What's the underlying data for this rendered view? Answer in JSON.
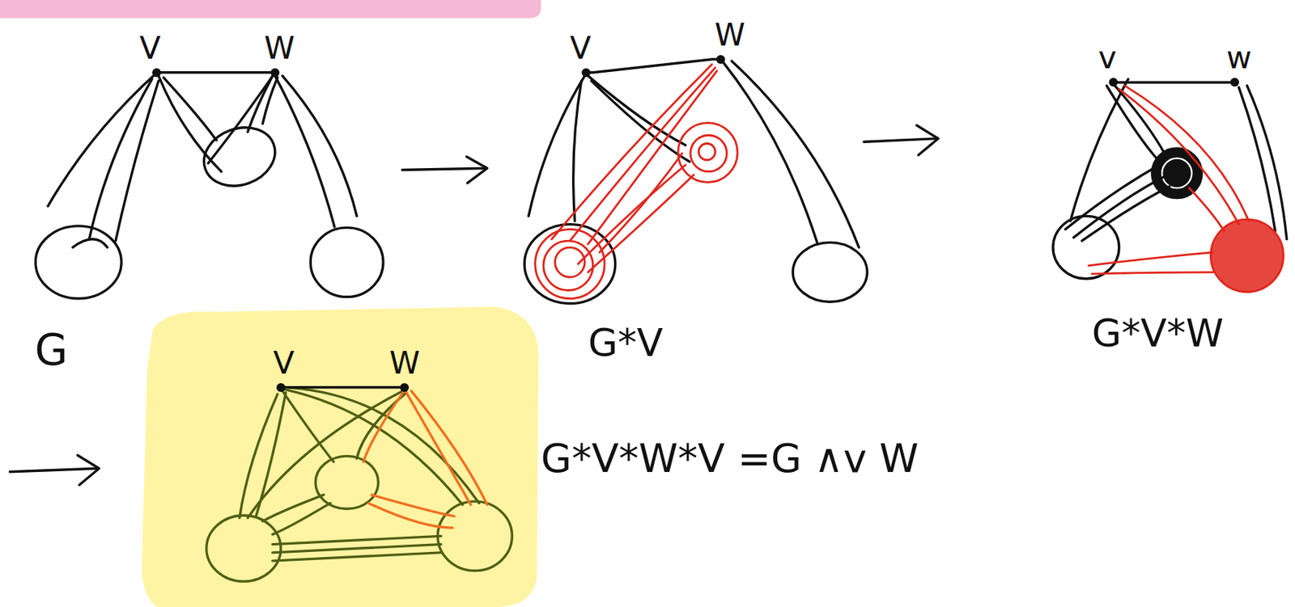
{
  "diagram": {
    "nodes": [
      {
        "text": [
          "V"
        ]
      },
      {
        "text": [
          "W"
        ]
      },
      {
        "text": [
          "V"
        ]
      },
      {
        "text": [
          "W"
        ]
      },
      {
        "text": [
          "v"
        ]
      },
      {
        "text": [
          "w"
        ]
      },
      {
        "text": [
          "V"
        ]
      },
      {
        "text": [
          "W"
        ]
      }
    ],
    "edges": [
      {
        "from": 0,
        "to": 1,
        "arrow": "none"
      },
      {
        "from": 2,
        "to": 3,
        "arrow": "none"
      },
      {
        "from": 4,
        "to": 5,
        "arrow": "none"
      },
      {
        "from": 6,
        "to": 7,
        "arrow": "none"
      }
    ],
    "labels": [
      "G",
      "G*V",
      "G*V*W",
      "G*V*W*V =G ∧v W"
    ]
  }
}
